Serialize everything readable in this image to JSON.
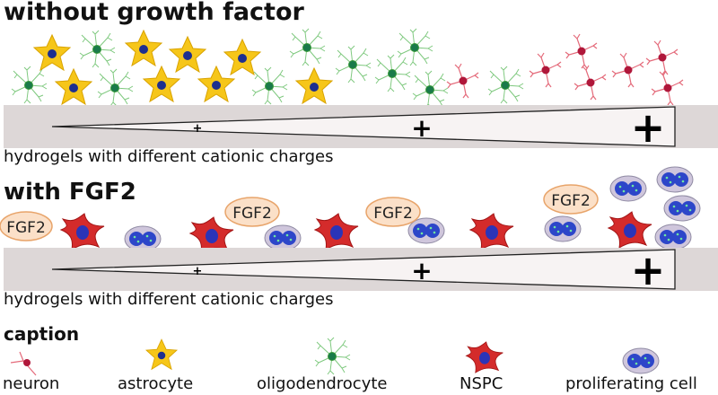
{
  "section1": {
    "title": "without growth factor",
    "scale_label": "hydrogels with different cationic charges",
    "charge_symbols": [
      "+",
      "+",
      "+"
    ]
  },
  "section2": {
    "title": "with FGF2",
    "scale_label": "hydrogels with different cationic charges",
    "charge_symbols": [
      "+",
      "+",
      "+"
    ],
    "factor_labels": [
      "FGF2",
      "FGF2",
      "FGF2",
      "FGF2"
    ]
  },
  "caption": {
    "title": "caption",
    "items": [
      {
        "icon": "neuron-icon",
        "label": "neuron"
      },
      {
        "icon": "astrocyte-icon",
        "label": "astrocyte"
      },
      {
        "icon": "oligodendrocyte-icon",
        "label": "oligodendrocyte"
      },
      {
        "icon": "nspc-icon",
        "label": "NSPC"
      },
      {
        "icon": "proliferating-cell-icon",
        "label": "proliferating cell"
      }
    ]
  },
  "colors": {
    "astrocyte": "#f6c619",
    "astrocyte_nucleus": "#1d2f8f",
    "oligodendrocyte": "#7fc97f",
    "neuron": "#e46a7a",
    "neuron_nucleus": "#b0173a",
    "nspc": "#d42b2b",
    "nspc_nucleus": "#2b34b8",
    "proliferating": "#2d46c9",
    "fgf2_fill": "#fbe0c8",
    "fgf2_border": "#e8a46a",
    "hydrogel": "#ddd7d7"
  }
}
